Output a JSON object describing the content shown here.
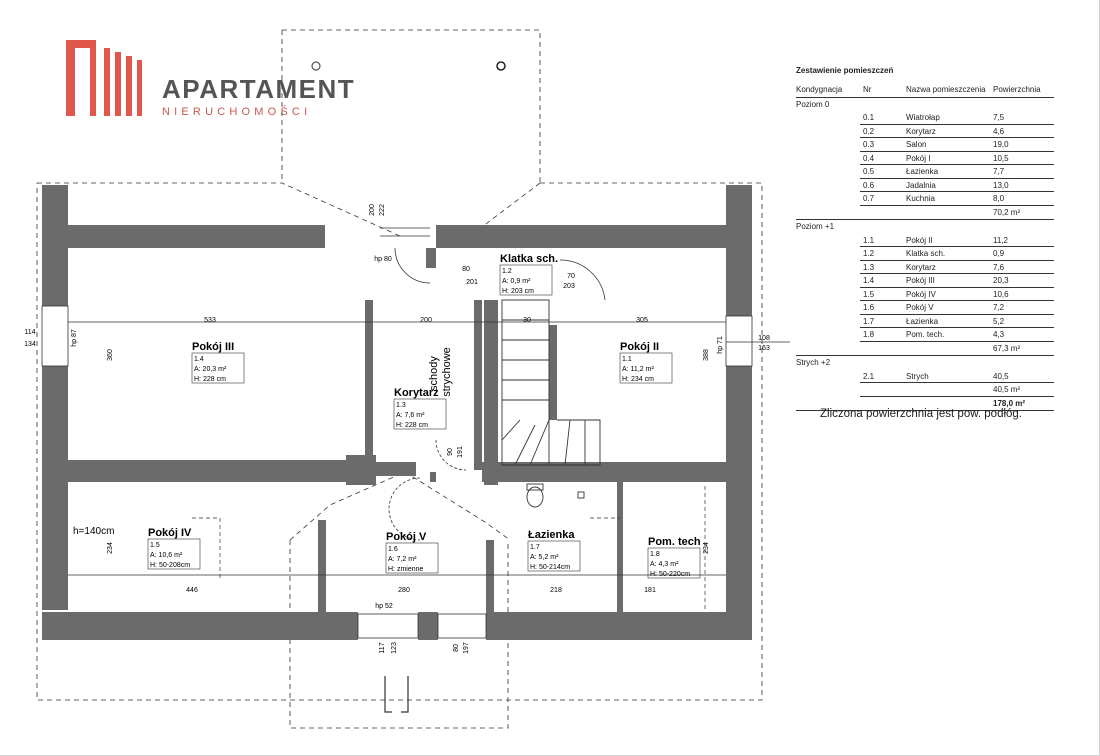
{
  "brand": {
    "name": "APARTAMENT",
    "subtitle": "NIERUCHOMOŚCI"
  },
  "colors": {
    "wall": "#6b6b6b",
    "logo_red": "#e0574b",
    "ink": "#222222"
  },
  "rooms": [
    {
      "name": "Pokój III",
      "number": "1.4",
      "area": "A: 20,3 m²",
      "height": "H: 228 cm"
    },
    {
      "name": "Klatka sch.",
      "number": "1.2",
      "area": "A: 0,9 m²",
      "height": "H: 203 cm"
    },
    {
      "name": "Pokój II",
      "number": "1.1",
      "area": "A: 11,2 m²",
      "height": "H: 234 cm"
    },
    {
      "name": "Korytarz",
      "number": "1.3",
      "area": "A: 7,6 m²",
      "height": "H: 228 cm"
    },
    {
      "name": "Pokój IV",
      "number": "1.5",
      "area": "A: 10,6 m²",
      "height": "H: 50-208cm"
    },
    {
      "name": "Pokój V",
      "number": "1.6",
      "area": "A: 7,2 m²",
      "height": "H: zmienne"
    },
    {
      "name": "Łazienka",
      "number": "1.7",
      "area": "A: 5,2 m²",
      "height": "H: 50-214cm"
    },
    {
      "name": "Pom. tech",
      "number": "1.8",
      "area": "A: 4,3 m²",
      "height": "H: 50-220cm"
    }
  ],
  "plan_labels": {
    "stairs_attic": "schody strychowe",
    "h140": "h=140cm",
    "dims": [
      "533",
      "200",
      "30",
      "305",
      "360",
      "388",
      "234",
      "234",
      "446",
      "280",
      "218",
      "181",
      "80",
      "201",
      "70",
      "203",
      "90",
      "191",
      "200",
      "222",
      "hp 80",
      "hp 87",
      "hp 71",
      "hp 52",
      "114",
      "134",
      "108",
      "163",
      "117",
      "123",
      "80",
      "197"
    ]
  },
  "table": {
    "title": "Zestawienie pomieszczeń",
    "headers": [
      "Kondygnacja",
      "Nr",
      "Nazwa pomieszczenia",
      "Powierzchnia"
    ],
    "levels": [
      {
        "label": "Poziom 0",
        "rows": [
          [
            "0.1",
            "Wiatrołap",
            "7,5"
          ],
          [
            "0.2",
            "Korytarz",
            "4,6"
          ],
          [
            "0.3",
            "Salon",
            "19,0"
          ],
          [
            "0.4",
            "Pokój I",
            "10,5"
          ],
          [
            "0.5",
            "Łazienka",
            "7,7"
          ],
          [
            "0.6",
            "Jadalnia",
            "13,0"
          ],
          [
            "0.7",
            "Kuchnia",
            "8,0"
          ]
        ],
        "subtotal": "70,2 m²"
      },
      {
        "label": "Poziom +1",
        "rows": [
          [
            "1.1",
            "Pokój II",
            "11,2"
          ],
          [
            "1.2",
            "Klatka sch.",
            "0,9"
          ],
          [
            "1.3",
            "Korytarz",
            "7,6"
          ],
          [
            "1.4",
            "Pokój III",
            "20,3"
          ],
          [
            "1.5",
            "Pokój IV",
            "10,6"
          ],
          [
            "1.6",
            "Pokój V",
            "7,2"
          ],
          [
            "1.7",
            "Łazienka",
            "5,2"
          ],
          [
            "1.8",
            "Pom. tech.",
            "4,3"
          ]
        ],
        "subtotal": "67,3 m²"
      },
      {
        "label": "Strych +2",
        "rows": [
          [
            "2.1",
            "Strych",
            "40,5"
          ]
        ],
        "subtotal": "40,5 m²"
      }
    ],
    "total": "178,0 m²",
    "note": "Zliczona powierzchnia jest pow. podłóg."
  }
}
